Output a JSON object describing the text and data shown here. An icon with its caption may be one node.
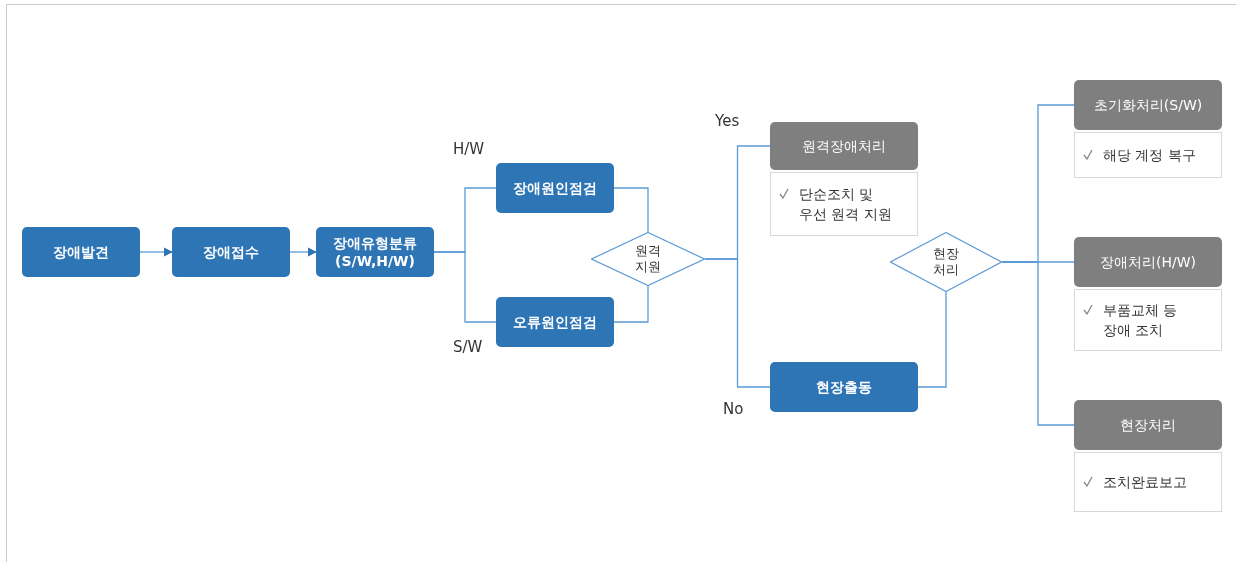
{
  "diagram": {
    "nodes": [
      {
        "text": [
          "장애발견"
        ]
      },
      {
        "text": [
          "장애접수"
        ]
      },
      {
        "text": [
          "장애유형분류 (S/W,H/W)"
        ]
      },
      {
        "text": [
          "장애원인점검"
        ]
      },
      {
        "text": [
          "오류원인점검"
        ]
      },
      {
        "text": [
          "원격 지원"
        ]
      },
      {
        "text": [
          "원격장애처리"
        ]
      },
      {
        "text": [
          "단순조치 및 우선 원격 지원"
        ]
      },
      {
        "text": [
          "현장출동"
        ]
      },
      {
        "text": [
          "현장 처리"
        ]
      },
      {
        "text": [
          "초기화처리(S/W)"
        ]
      },
      {
        "text": [
          "해당 계정 복구"
        ]
      },
      {
        "text": [
          "장애처리(H/W)"
        ]
      },
      {
        "text": [
          "부품교체 등 장애 조치"
        ]
      },
      {
        "text": [
          "현장처리"
        ]
      },
      {
        "text": [
          "조치완료보고"
        ]
      }
    ],
    "edges": [
      {
        "from": 0,
        "to": 1,
        "arrow": "to"
      },
      {
        "from": 1,
        "to": 2,
        "arrow": "to"
      },
      {
        "from": 2,
        "to": 3,
        "arrow": "none",
        "label": "H/W"
      },
      {
        "from": 2,
        "to": 4,
        "arrow": "none",
        "label": "S/W"
      },
      {
        "from": 3,
        "to": 5,
        "arrow": "none"
      },
      {
        "from": 4,
        "to": 5,
        "arrow": "none"
      },
      {
        "from": 5,
        "to": 6,
        "arrow": "none",
        "label": "Yes"
      },
      {
        "from": 5,
        "to": 8,
        "arrow": "none",
        "label": "No"
      },
      {
        "from": 8,
        "to": 9,
        "arrow": "none"
      },
      {
        "from": 9,
        "to": 10,
        "arrow": "none"
      },
      {
        "from": 9,
        "to": 12,
        "arrow": "none"
      },
      {
        "from": 9,
        "to": 14,
        "arrow": "none"
      }
    ]
  }
}
